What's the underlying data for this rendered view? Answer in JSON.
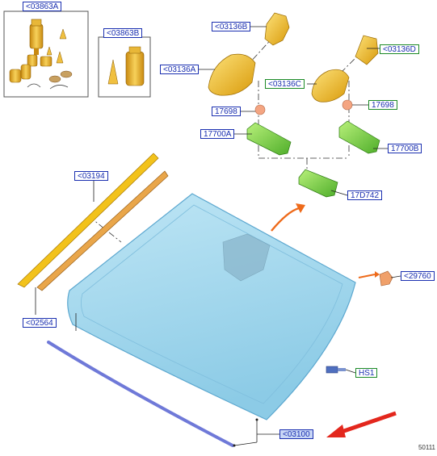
{
  "labels": {
    "kit_a": "<03863A",
    "kit_b": "<03863B",
    "mirror_cover_b": "<03136B",
    "mirror_cover_a": "<03136A",
    "mirror_cover_d": "<03136D",
    "mirror_cover_c": "<03136C",
    "pad_left": "17698",
    "pad_right": "17698",
    "mirror_left": "17700A",
    "mirror_right": "17700B",
    "mirror_assembly": "17D742",
    "moulding_upper": "<03194",
    "moulding_lower": "<02564",
    "clip": "<29760",
    "bolt": "HS1",
    "windshield": "<03100"
  },
  "footer": "50111",
  "colors": {
    "glass": "#a9dcef",
    "glass_edge": "#5ba7cf",
    "trim_yellow": "#f2c21b",
    "trim_orange": "#e9a64a",
    "mirror_green": "#7fd84a",
    "cover_yellow": "#f1c21d",
    "seal_blue": "#6f79d8",
    "arrow_red": "#e3271d",
    "arrow_orange": "#ee6a1a",
    "label_blue": "#1a2fb0",
    "label_green": "#1c8a26"
  }
}
